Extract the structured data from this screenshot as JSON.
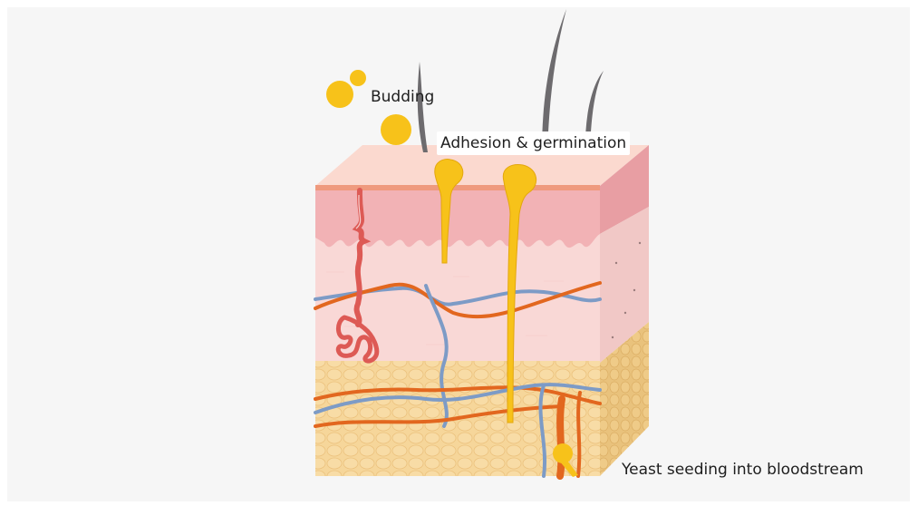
{
  "labels": {
    "budding": "Budding",
    "adhesion": "Adhesion & germination",
    "seeding": "Yeast seeding into bloodstream"
  },
  "colors": {
    "background": "#f6f6f6",
    "yeast": "#f7c21a",
    "epidermis_pink": "#f2b2b5",
    "dermis_pink": "#f9d8d6",
    "fat_yellow": "#f6d69a",
    "artery": "#e2671f",
    "vein": "#7d9bc6",
    "gland": "#dd5a55",
    "hair": "#6d6b6e"
  }
}
